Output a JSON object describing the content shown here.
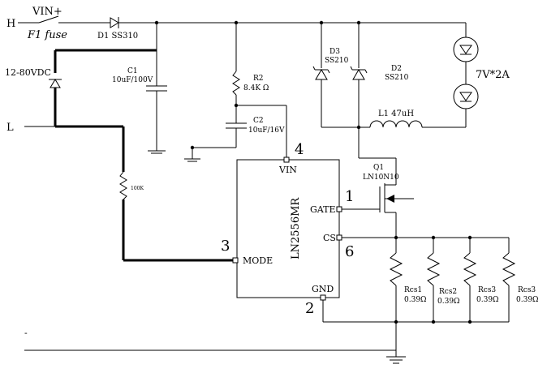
{
  "labels": {
    "vin_plus": "VIN+",
    "h": "H",
    "fuse": "F1  fuse",
    "d1": "D1 SS310",
    "input_voltage": "12-80VDC",
    "l_terminal": "L",
    "c1_name": "C1",
    "c1_value": "10uF/100V",
    "r2_name": "R2",
    "r2_value": "8.4K Ω",
    "c2_name": "C2",
    "c2_value": "10uF/16V",
    "r_mode": "100K",
    "d3_name": "D3",
    "d3_value": "SS210",
    "d2_name": "D2",
    "d2_value": "SS210",
    "l1": "L1  47uH",
    "led_load": "7V*2A",
    "q1_name": "Q1",
    "q1_value": "LN10N10",
    "ic_name": "LN2556MR",
    "pin_vin": "VIN",
    "pin_gate": "GATE",
    "pin_cs": "CS",
    "pin_mode": "MODE",
    "pin_gnd": "GND",
    "pin_num_vin": "4",
    "pin_num_gate": "1",
    "pin_num_cs": "6",
    "pin_num_mode": "3",
    "pin_num_gnd": "2",
    "rcs1_name": "Rcs1",
    "rcs1_value": "0.39Ω",
    "rcs2_name": "Rcs2",
    "rcs2_value": "0.39Ω",
    "rcs3a_name": "Rcs3",
    "rcs3a_value": "0.39Ω",
    "rcs3b_name": "Rcs3",
    "rcs3b_value": "0.39Ω",
    "tick_mark": "-"
  }
}
